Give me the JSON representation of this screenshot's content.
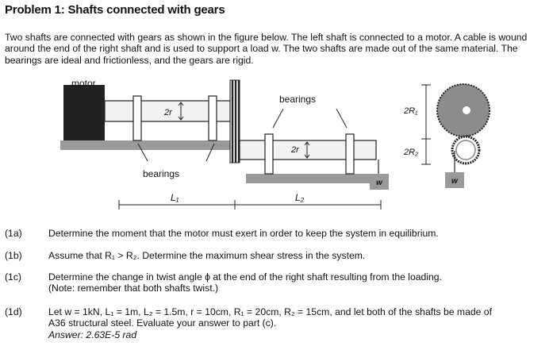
{
  "title": "Problem 1: Shafts connected with gears",
  "intro": "Two shafts are connected with gears as shown in the figure below. The left shaft is connected to a motor. A cable is wound around the end of the right shaft and is used to support a load w. The two shafts are made out of the same material. The bearings are ideal and frictionless, and the gears are rigid.",
  "figure": {
    "motor_label": "motor",
    "bearings_top_label": "bearings",
    "bearings_bottom_label": "bearings",
    "radius_left": "2r",
    "radius_right": "2r",
    "gear_radius_1": "2R₁",
    "gear_radius_2": "2R₂",
    "length_1": "L₁",
    "length_2": "L₂",
    "load_side": "w",
    "load_front": "w"
  },
  "problems": [
    {
      "label": "(1a)",
      "lines": [
        "Determine the moment that the motor must exert in order to keep the system in equilibrium."
      ]
    },
    {
      "label": "(1b)",
      "lines": [
        "Assume that R₁ > R₂. Determine the maximum shear stress in the system."
      ]
    },
    {
      "label": "(1c)",
      "lines": [
        "Determine the change in twist angle ϕ at the end of the right shaft resulting from the loading.",
        "(Note: remember that both shafts twist.)"
      ]
    },
    {
      "label": "(1d)",
      "lines": [
        "Let w = 1kN, L₁ = 1m, L₂ = 1.5m, r = 10cm, R₁ = 20cm, R₂ = 15cm, and let both of the shafts be made of",
        "A36 structural steel. Evaluate your answer to part (c)."
      ],
      "answer": "Answer: 2.63E-5 rad"
    }
  ]
}
